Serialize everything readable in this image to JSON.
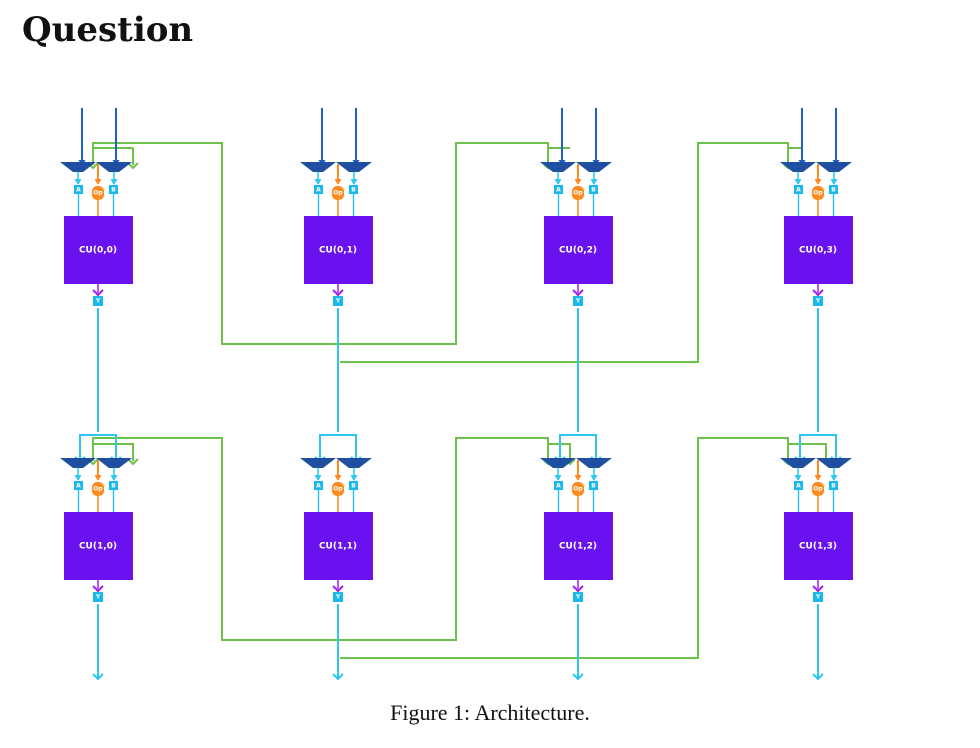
{
  "page": {
    "heading": "Question"
  },
  "figure": {
    "caption": "Figure 1: Architecture.",
    "port_labels": {
      "a": "A",
      "b": "B",
      "op": "Op",
      "y": "Y"
    },
    "units": [
      {
        "label": "CU(0,0)"
      },
      {
        "label": "CU(0,1)"
      },
      {
        "label": "CU(0,2)"
      },
      {
        "label": "CU(0,3)"
      },
      {
        "label": "CU(1,0)"
      },
      {
        "label": "CU(1,1)"
      },
      {
        "label": "CU(1,2)"
      },
      {
        "label": "CU(1,3)"
      }
    ],
    "colors": {
      "unit": "#6a11f0",
      "port": "#19b8ea",
      "op": "#ff8a1a",
      "mux": "#1f4fa0",
      "external_input": "#1f5fbf",
      "feedback_wire": "#6cc24a",
      "output_wire": "#2cc6f0",
      "output_arrow": "#a020f0"
    }
  }
}
